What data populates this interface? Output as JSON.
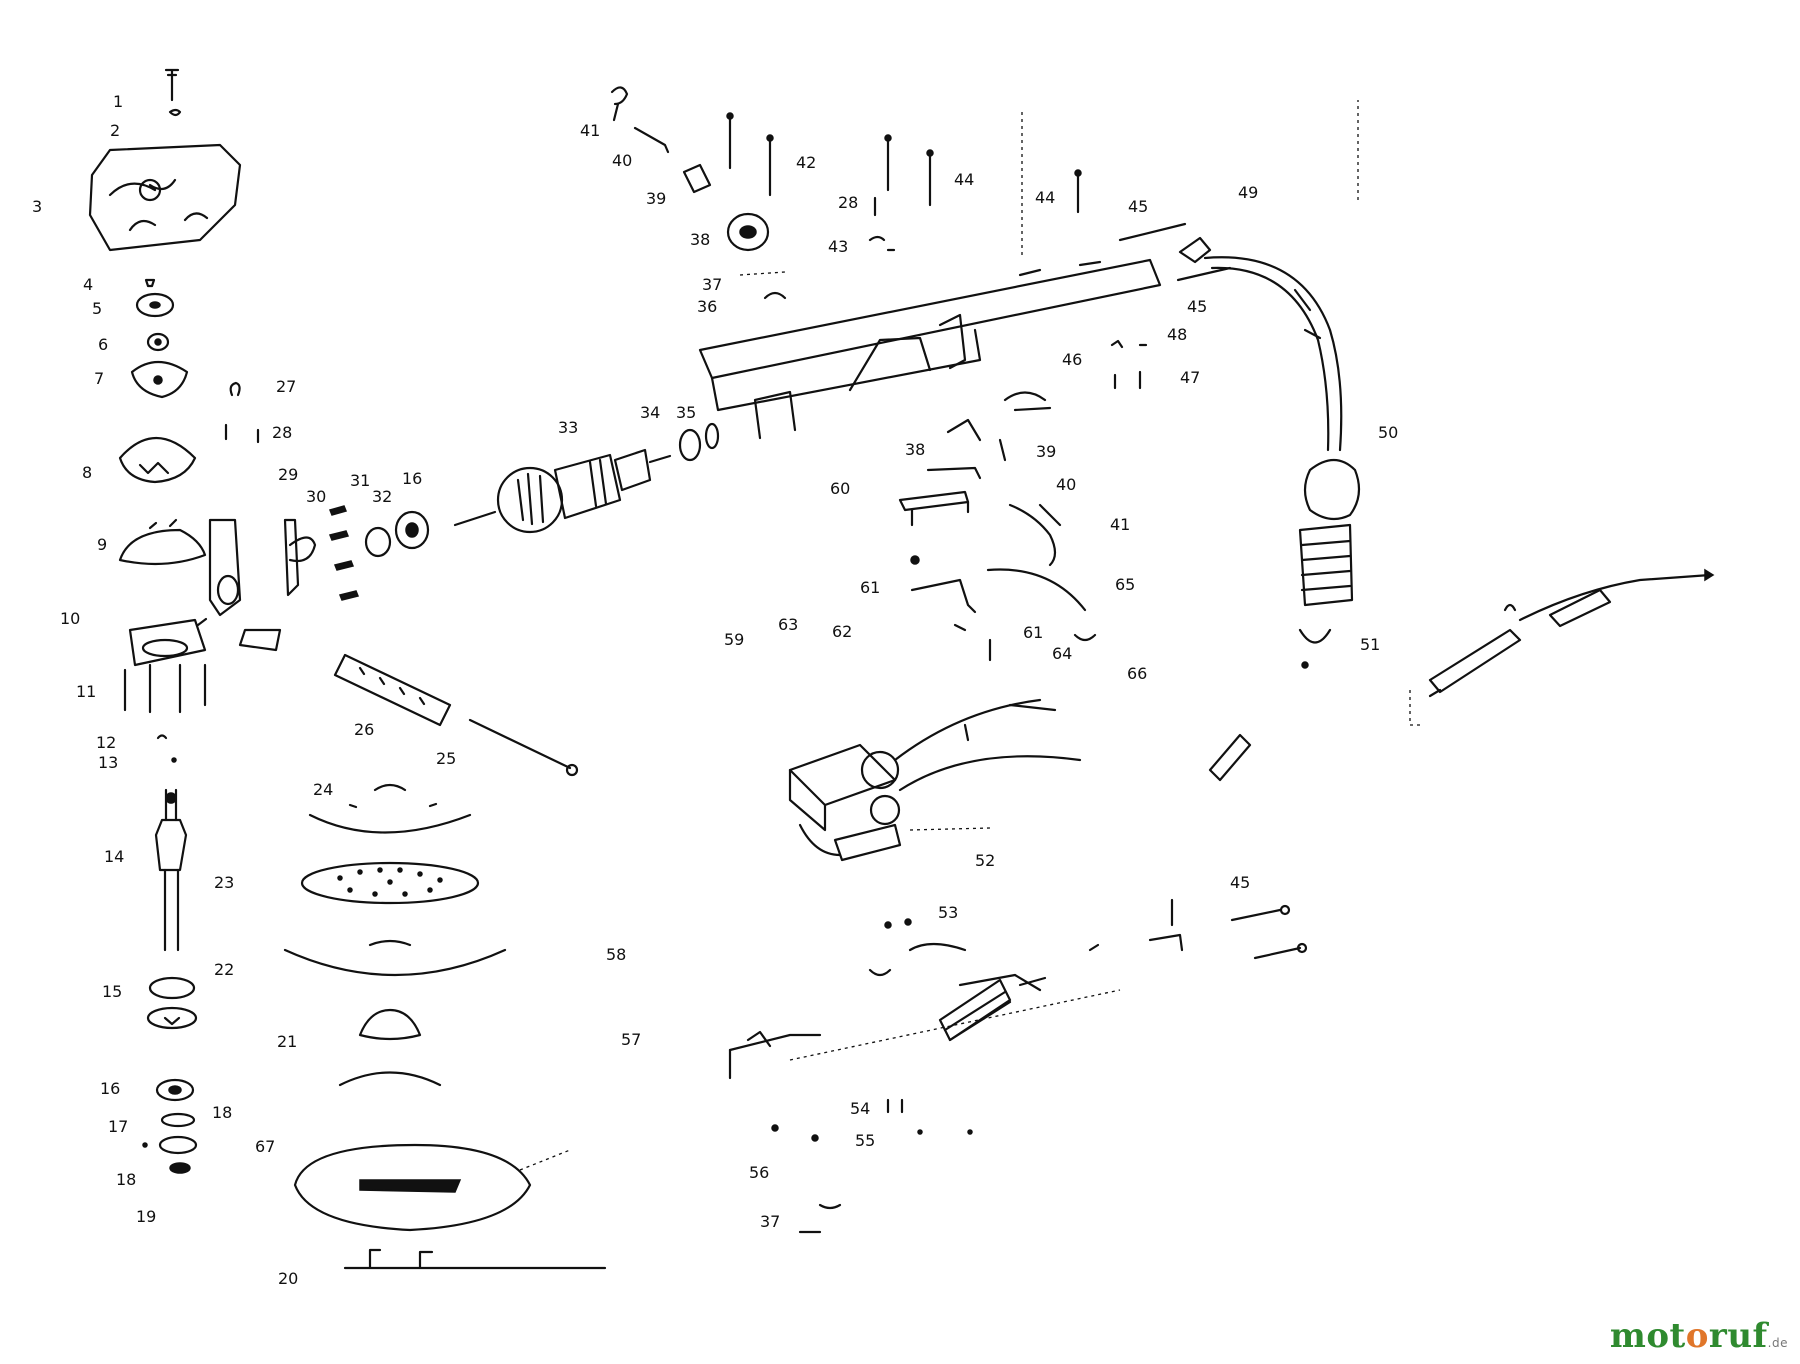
{
  "callouts": [
    {
      "id": "c1",
      "text": "1"
    },
    {
      "id": "c2",
      "text": "2"
    },
    {
      "id": "c3",
      "text": "3"
    },
    {
      "id": "c4",
      "text": "4"
    },
    {
      "id": "c5",
      "text": "5"
    },
    {
      "id": "c6",
      "text": "6"
    },
    {
      "id": "c7",
      "text": "7"
    },
    {
      "id": "c8",
      "text": "8"
    },
    {
      "id": "c9",
      "text": "9"
    },
    {
      "id": "c10",
      "text": "10"
    },
    {
      "id": "c11",
      "text": "11"
    },
    {
      "id": "c12",
      "text": "12"
    },
    {
      "id": "c13",
      "text": "13"
    },
    {
      "id": "c14",
      "text": "14"
    },
    {
      "id": "c15",
      "text": "15"
    },
    {
      "id": "c16a",
      "text": "16"
    },
    {
      "id": "c16b",
      "text": "16"
    },
    {
      "id": "c17",
      "text": "17"
    },
    {
      "id": "c18a",
      "text": "18"
    },
    {
      "id": "c18b",
      "text": "18"
    },
    {
      "id": "c19",
      "text": "19"
    },
    {
      "id": "c20",
      "text": "20"
    },
    {
      "id": "c21",
      "text": "21"
    },
    {
      "id": "c22",
      "text": "22"
    },
    {
      "id": "c23",
      "text": "23"
    },
    {
      "id": "c24",
      "text": "24"
    },
    {
      "id": "c25",
      "text": "25"
    },
    {
      "id": "c26",
      "text": "26"
    },
    {
      "id": "c27",
      "text": "27"
    },
    {
      "id": "c28a",
      "text": "28"
    },
    {
      "id": "c28b",
      "text": "28"
    },
    {
      "id": "c29",
      "text": "29"
    },
    {
      "id": "c30",
      "text": "30"
    },
    {
      "id": "c31",
      "text": "31"
    },
    {
      "id": "c32",
      "text": "32"
    },
    {
      "id": "c33",
      "text": "33"
    },
    {
      "id": "c34",
      "text": "34"
    },
    {
      "id": "c35",
      "text": "35"
    },
    {
      "id": "c36",
      "text": "36"
    },
    {
      "id": "c37a",
      "text": "37"
    },
    {
      "id": "c37b",
      "text": "37"
    },
    {
      "id": "c38a",
      "text": "38"
    },
    {
      "id": "c38b",
      "text": "38"
    },
    {
      "id": "c39a",
      "text": "39"
    },
    {
      "id": "c39b",
      "text": "39"
    },
    {
      "id": "c40a",
      "text": "40"
    },
    {
      "id": "c40b",
      "text": "40"
    },
    {
      "id": "c41a",
      "text": "41"
    },
    {
      "id": "c41b",
      "text": "41"
    },
    {
      "id": "c42",
      "text": "42"
    },
    {
      "id": "c43",
      "text": "43"
    },
    {
      "id": "c44a",
      "text": "44"
    },
    {
      "id": "c44b",
      "text": "44"
    },
    {
      "id": "c45a",
      "text": "45"
    },
    {
      "id": "c45b",
      "text": "45"
    },
    {
      "id": "c45c",
      "text": "45"
    },
    {
      "id": "c46",
      "text": "46"
    },
    {
      "id": "c47",
      "text": "47"
    },
    {
      "id": "c48",
      "text": "48"
    },
    {
      "id": "c49",
      "text": "49"
    },
    {
      "id": "c50",
      "text": "50"
    },
    {
      "id": "c51",
      "text": "51"
    },
    {
      "id": "c52",
      "text": "52"
    },
    {
      "id": "c53",
      "text": "53"
    },
    {
      "id": "c54",
      "text": "54"
    },
    {
      "id": "c55",
      "text": "55"
    },
    {
      "id": "c56",
      "text": "56"
    },
    {
      "id": "c57",
      "text": "57"
    },
    {
      "id": "c58",
      "text": "58"
    },
    {
      "id": "c59",
      "text": "59"
    },
    {
      "id": "c60",
      "text": "60"
    },
    {
      "id": "c61a",
      "text": "61"
    },
    {
      "id": "c61b",
      "text": "61"
    },
    {
      "id": "c62",
      "text": "62"
    },
    {
      "id": "c63",
      "text": "63"
    },
    {
      "id": "c64",
      "text": "64"
    },
    {
      "id": "c65",
      "text": "65"
    },
    {
      "id": "c66",
      "text": "66"
    },
    {
      "id": "c67",
      "text": "67"
    }
  ],
  "watermark": {
    "part1": "mot",
    "part2": "o",
    "part3": "ruf",
    "tld": ".de",
    "colors": {
      "primary": "#2f8a2f",
      "accent": "#e0762a"
    }
  }
}
